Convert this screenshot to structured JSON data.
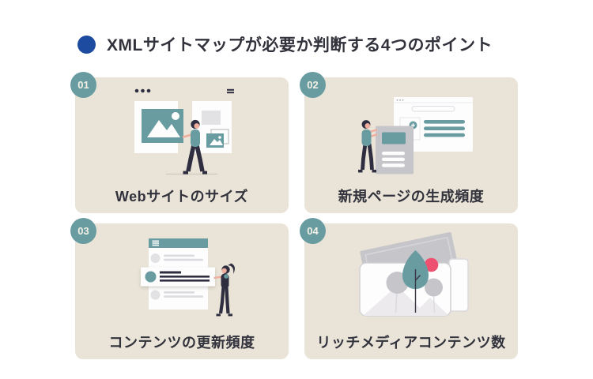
{
  "title": {
    "text": "XMLサイトマップが必要か判断する4つのポイント"
  },
  "cards": [
    {
      "number": "01",
      "label": "Webサイトのサイズ"
    },
    {
      "number": "02",
      "label": "新規ページの生成頻度"
    },
    {
      "number": "03",
      "label": "コンテンツの更新頻度"
    },
    {
      "number": "04",
      "label": "リッチメディアコンテンツ数"
    }
  ],
  "colors": {
    "page_bg": "#ffffff",
    "card_bg": "#e9e4d7",
    "badge": "#699ca1",
    "badge_text": "#f4f1e6",
    "teal": "#699ca1",
    "navy": "#2f2e41",
    "gray": "#c6c5c9",
    "light_gray": "#e2e1e4",
    "pink": "#ee5170",
    "skin": "#efae9e",
    "title_bullet": "#1c4b9f",
    "text": "#32323c"
  }
}
